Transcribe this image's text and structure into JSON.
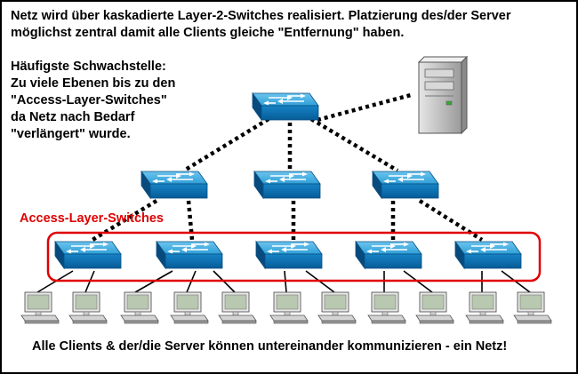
{
  "header": {
    "line1": "Netz wird über kaskadierte Layer-2-Switches realisiert. Platzierung des/der Server",
    "line2": "möglichst zentral damit alle Clients gleiche \"Entfernung\" haben."
  },
  "weakness": {
    "lines": [
      "Häufigste Schwachstelle:",
      "Zu viele Ebenen bis zu den",
      "\"Access-Layer-Switches\"",
      "da Netz nach Bedarf",
      "\"verlängert\" wurde."
    ]
  },
  "access_label": "Access-Layer-Switches",
  "footer": "Alle Clients & der/die Server können untereinander kommunizieren - ein Netz!",
  "colors": {
    "switch_top": "#3aa8dc",
    "switch_front": "#0a75b8",
    "highlight": "#e00000",
    "server": "#c8c8c8",
    "pc_screen": "#b9c8b0"
  },
  "icons": [
    "switch-icon",
    "server-icon",
    "pc-icon"
  ]
}
